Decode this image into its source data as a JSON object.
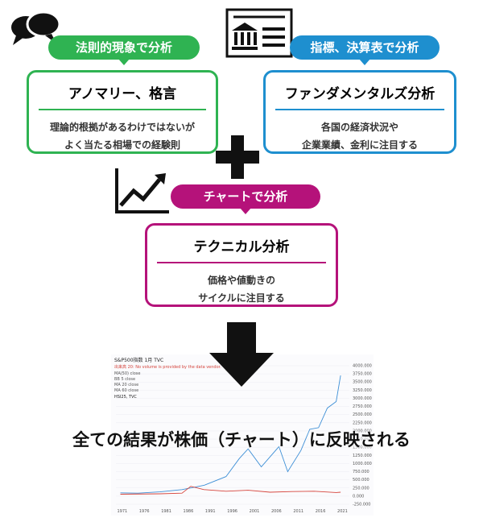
{
  "left_panel": {
    "pill_label": "法則的現象で分析",
    "title": "アノマリー、格言",
    "desc_line1": "理論的根拠があるわけではないが",
    "desc_line2": "よく当たる相場での経験則",
    "color": "#2fb352",
    "icon": "speech-bubbles-icon"
  },
  "right_panel": {
    "pill_label": "指標、決算表で分析",
    "title": "ファンダメンタルズ分析",
    "desc_line1": "各国の経済状況や",
    "desc_line2": "企業業績、金利に注目する",
    "color": "#1e8fcf",
    "icon": "bank-document-icon"
  },
  "center_panel": {
    "pill_label": "チャートで分析",
    "title": "テクニカル分析",
    "desc_line1": "価格や値動きの",
    "desc_line2": "サイクルに注目する",
    "color": "#b5127a",
    "icon": "trend-chart-icon"
  },
  "plus_symbol": "+",
  "caption": "全ての結果が株価（チャート）に反映される",
  "chart": {
    "symbol_line": "S&P500指数  1月  TVC",
    "sub_line": "出来高 20: No volume is provided by the data vendor.",
    "legend_items": [
      "MA(50) close",
      "BB 5 close",
      "MA 20 close",
      "MA 60 close"
    ],
    "compare_line": "HSI25, TVC"
  },
  "chart_data": {
    "type": "line",
    "x_ticks": [
      "1971",
      "1976",
      "1981",
      "1986",
      "1991",
      "1996",
      "2001",
      "2006",
      "2011",
      "2016",
      "2021"
    ],
    "y_ticks": [
      "4000.000",
      "3750.000",
      "3500.000",
      "3250.000",
      "3000.000",
      "2750.000",
      "2500.000",
      "2250.000",
      "2000.000",
      "1750.000",
      "1500.000",
      "1250.000",
      "1000.000",
      "750.000",
      "500.000",
      "250.000",
      "0.000",
      "-250.000"
    ],
    "ylim": [
      -250,
      4000
    ],
    "series": [
      {
        "name": "S&P500指数",
        "color": "#3d8fd6",
        "x": [
          1971,
          1975,
          1980,
          1985,
          1990,
          1995,
          1998,
          2000,
          2003,
          2007,
          2009,
          2012,
          2014,
          2016,
          2018,
          2020,
          2021
        ],
        "values": [
          100,
          90,
          130,
          200,
          330,
          600,
          1150,
          1450,
          900,
          1520,
          750,
          1400,
          2050,
          2100,
          2700,
          2900,
          3700
        ]
      },
      {
        "name": "HSI25, TVC",
        "color": "#d6453d",
        "x": [
          1971,
          1980,
          1985,
          1987,
          1990,
          1995,
          2000,
          2005,
          2010,
          2015,
          2020,
          2021
        ],
        "values": [
          60,
          70,
          90,
          300,
          200,
          150,
          180,
          120,
          140,
          150,
          110,
          120
        ]
      }
    ]
  }
}
